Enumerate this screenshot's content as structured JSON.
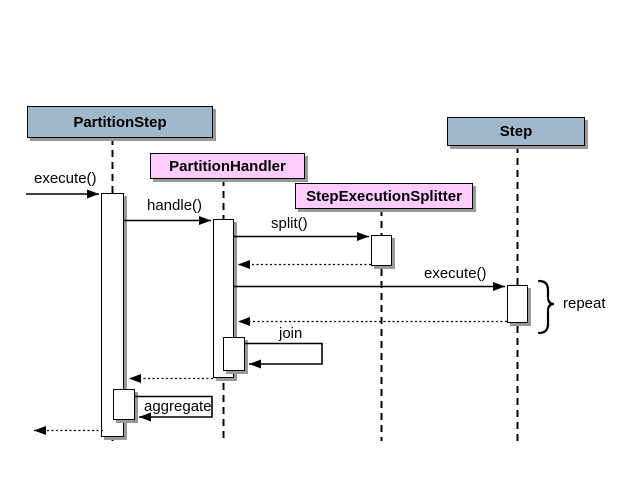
{
  "participants": [
    {
      "label": "PartitionStep",
      "fill": "#a0b8cc"
    },
    {
      "label": "PartitionHandler",
      "fill": "#ffccff"
    },
    {
      "label": "StepExecutionSplitter",
      "fill": "#ffccff"
    },
    {
      "label": "Step",
      "fill": "#a0b8cc"
    }
  ],
  "messages": [
    {
      "label": "execute()",
      "kind": "call",
      "to": "PartitionStep"
    },
    {
      "label": "handle()",
      "kind": "call",
      "from": "PartitionStep",
      "to": "PartitionHandler"
    },
    {
      "label": "split()",
      "kind": "call",
      "from": "PartitionHandler",
      "to": "StepExecutionSplitter"
    },
    {
      "label": "execute()",
      "kind": "call",
      "from": "PartitionHandler",
      "to": "Step"
    },
    {
      "label": "join",
      "kind": "self",
      "from": "PartitionHandler",
      "to": "PartitionHandler"
    },
    {
      "label": "aggregate",
      "kind": "self",
      "from": "PartitionStep",
      "to": "PartitionStep"
    }
  ],
  "returns": [
    {
      "kind": "return",
      "from": "StepExecutionSplitter",
      "to": "PartitionHandler"
    },
    {
      "kind": "return",
      "from": "Step",
      "to": "PartitionHandler"
    },
    {
      "kind": "return",
      "from": "PartitionHandler",
      "to": "PartitionStep"
    },
    {
      "kind": "return",
      "from": "PartitionStep"
    }
  ],
  "annotations": {
    "repeat_label": "repeat"
  },
  "colors": {
    "class_box_fill": "#a0b8cc",
    "handler_box_fill": "#ffccff",
    "box_shadow": "#999999",
    "line": "#000000",
    "background": "#ffffff"
  }
}
